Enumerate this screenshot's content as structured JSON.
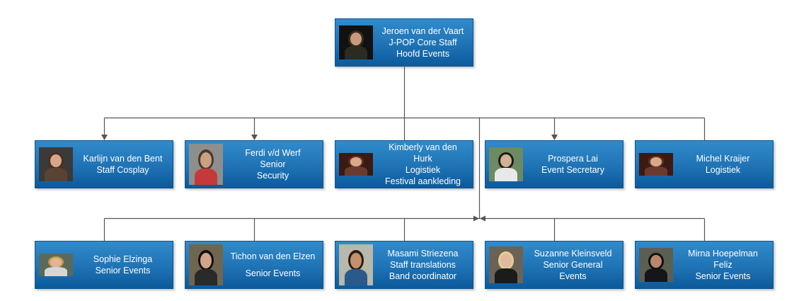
{
  "chart_title": "Organization chart",
  "root": {
    "id": "jeroen",
    "photo": "photo-man-microphone",
    "lines": [
      "Jeroen van der Vaart",
      "J-POP Core Staff",
      "Hoofd Events"
    ]
  },
  "level1": [
    {
      "id": "karlijn",
      "photo": "photo-woman-brown-hair",
      "lines": [
        "Karlijn van den Bent",
        "Staff Cosplay"
      ]
    },
    {
      "id": "ferdi",
      "photo": "photo-man-red-shirt",
      "lines": [
        "Ferdi v/d Werf",
        "Senior",
        "Security"
      ]
    },
    {
      "id": "kimberly",
      "photo": "photo-woman-curly-hair",
      "lines": [
        "Kimberly van den",
        "Hurk",
        "Logistiek",
        "Festival aankleding"
      ]
    },
    {
      "id": "prospera",
      "photo": "photo-woman-railing",
      "lines": [
        "Prospera Lai",
        "Event Secretary"
      ]
    },
    {
      "id": "michel",
      "photo": "photo-woman-curly-hair",
      "lines": [
        "Michel Kraijer",
        "Logistiek"
      ]
    }
  ],
  "level2": [
    {
      "id": "sophie",
      "photo": "photo-woman-blonde",
      "lines": [
        "Sophie Elzinga",
        "Senior Events"
      ]
    },
    {
      "id": "tichon",
      "photo": "photo-man-top-hat",
      "lines": [
        "Tichon van den Elzen",
        "",
        "Senior Events"
      ]
    },
    {
      "id": "masami",
      "photo": "photo-man-smiling",
      "lines": [
        "Masami Striezena",
        "Staff translations",
        "Band coordinator"
      ]
    },
    {
      "id": "suzanne",
      "photo": "photo-woman-blonde-scarf",
      "lines": [
        "Suzanne Kleinsveld",
        "Senior General",
        "Events"
      ]
    },
    {
      "id": "mirna",
      "photo": "photo-woman-dark-hair",
      "lines": [
        "Mirna Hoepelman",
        "Feliz",
        "Senior Events"
      ]
    }
  ],
  "colors": {
    "node_top": "#318bcb",
    "node_bottom": "#0b5a9c",
    "node_border": "#0b5492",
    "connector": "#555555",
    "text": "#ffffff"
  }
}
